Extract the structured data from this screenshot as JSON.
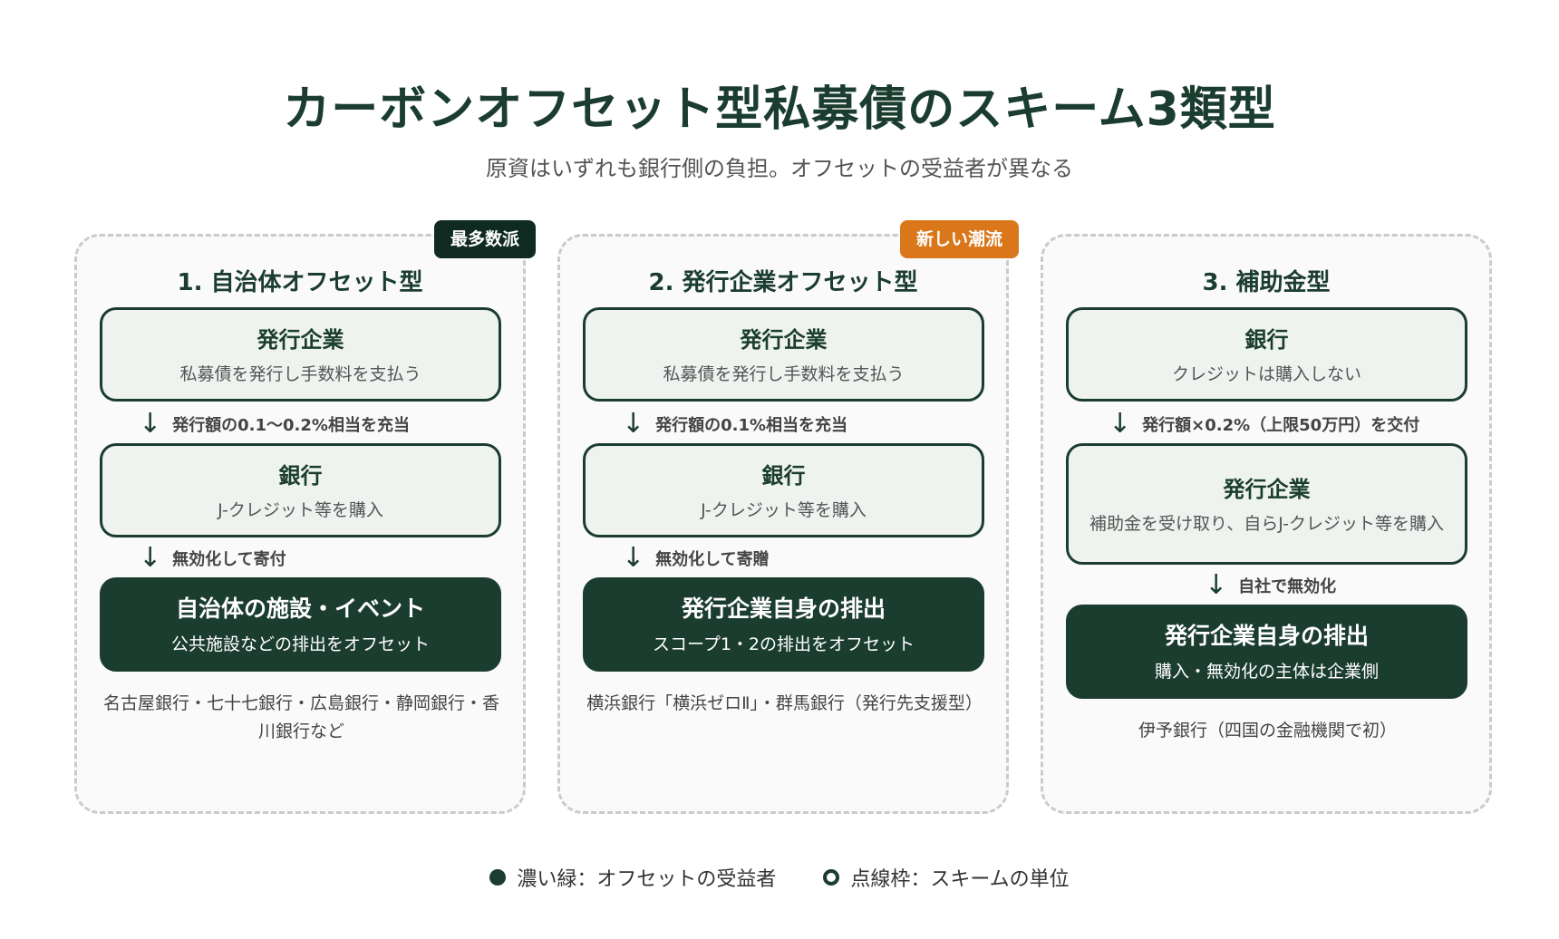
{
  "title": "カーボンオフセット型私募債のスキーム3類型",
  "subtitle": "原資はいずれも銀行側の負担。オフセットの受益者が異なる",
  "panels": [
    {
      "badge": "最多数派",
      "badge_color": "#0f2a20",
      "title": "1. 自治体オフセット型",
      "box1": {
        "title": "発行企業",
        "desc": "私募債を発行し手数料を支払う"
      },
      "arrow1": "発行額の0.1〜0.2%相当を充当",
      "box2": {
        "title": "銀行",
        "desc": "J-クレジット等を購入"
      },
      "arrow2": "無効化して寄付",
      "box3": {
        "title": "自治体の施設・イベント",
        "desc": "公共施設などの排出をオフセット"
      },
      "note": "名古屋銀行・七十七銀行・広島銀行・静岡銀行・香川銀行など"
    },
    {
      "badge": "新しい潮流",
      "badge_color": "#d9771a",
      "title": "2. 発行企業オフセット型",
      "box1": {
        "title": "発行企業",
        "desc": "私募債を発行し手数料を支払う"
      },
      "arrow1": "発行額の0.1%相当を充当",
      "box2": {
        "title": "銀行",
        "desc": "J-クレジット等を購入"
      },
      "arrow2": "無効化して寄贈",
      "box3": {
        "title": "発行企業自身の排出",
        "desc": "スコープ1・2の排出をオフセット"
      },
      "note": "横浜銀行「横浜ゼロⅡ」・群馬銀行（発行先支援型）"
    },
    {
      "badge": "",
      "title": "3. 補助金型",
      "box1": {
        "title": "銀行",
        "desc": "クレジットは購入しない"
      },
      "arrow1": "発行額×0.2%（上限50万円）を交付",
      "box2": {
        "title": "発行企業",
        "desc": "補助金を受け取り、自らJ-クレジット等を購入"
      },
      "arrow2": "自社で無効化",
      "box3": {
        "title": "発行企業自身の排出",
        "desc": "購入・無効化の主体は企業側"
      },
      "note": "伊予銀行（四国の金融機関で初）"
    }
  ],
  "legend": {
    "filled": "濃い緑：オフセットの受益者",
    "ring": "点線枠：スキームの単位"
  },
  "colors": {
    "primary_green": "#1b3d2f",
    "light_box": "#eef3ef",
    "accent_orange": "#d9771a"
  }
}
